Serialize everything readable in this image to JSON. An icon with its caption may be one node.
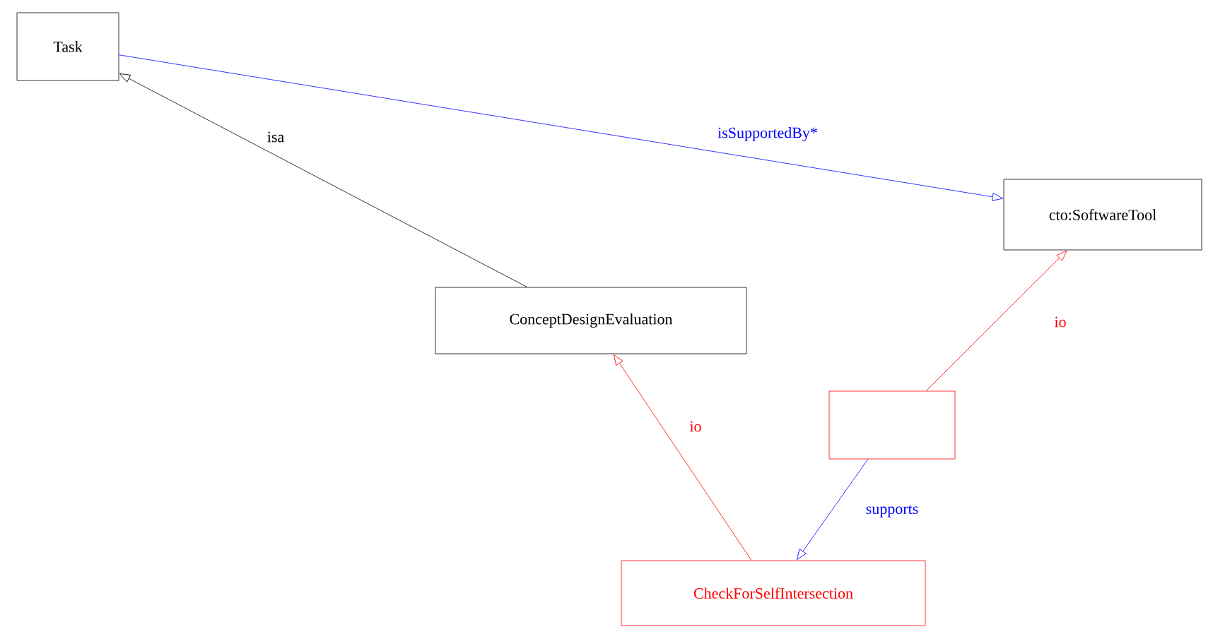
{
  "diagram": {
    "nodes": [
      {
        "text": [
          "Task"
        ]
      },
      {
        "text": [
          "cto:SoftwareTool"
        ]
      },
      {
        "text": [
          "ConceptDesignEvaluation"
        ]
      },
      {
        "text": [],
        "shape": "box"
      },
      {
        "text": [
          "CheckForSelfIntersection"
        ]
      }
    ],
    "edges": [
      {
        "from": 0,
        "to": 1,
        "arrow": "to",
        "label": "isSupportedBy*",
        "color": "#0000ff"
      },
      {
        "from": 2,
        "to": 0,
        "arrow": "to",
        "label": "isa",
        "color": "#000000"
      },
      {
        "from": 3,
        "to": 1,
        "arrow": "to",
        "label": "io",
        "color": "#ff0000"
      },
      {
        "from": 4,
        "to": 2,
        "arrow": "to",
        "label": "io",
        "color": "#ff0000"
      },
      {
        "from": 3,
        "to": 4,
        "arrow": "to",
        "label": "supports",
        "color": "#0000ff"
      }
    ]
  }
}
